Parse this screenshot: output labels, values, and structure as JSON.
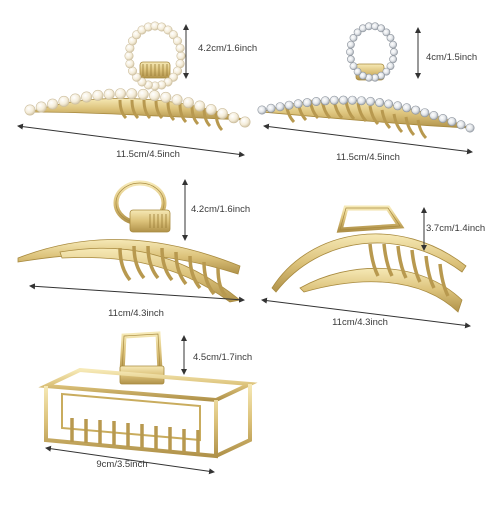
{
  "colors": {
    "gold_light": "#f3e3a6",
    "gold_mid": "#d9bf72",
    "gold_dark": "#a88a3f",
    "pearl": "#fbf6ea",
    "pearl_shadow": "#d8ccb0",
    "rhinestone": "#eef0f2",
    "rhinestone_shadow": "#a7adb5",
    "dimension_line": "#333333"
  },
  "clips": [
    {
      "name": "pearl-loop-claw-clip",
      "width_label": "11.5cm/4.5inch",
      "height_label": "4.2cm/1.6inch"
    },
    {
      "name": "rhinestone-loop-claw-clip",
      "width_label": "11.5cm/4.5inch",
      "height_label": "4cm/1.5inch"
    },
    {
      "name": "gold-loop-claw-clip",
      "width_label": "11cm/4.3inch",
      "height_label": "4.2cm/1.6inch"
    },
    {
      "name": "gold-crescent-claw-clip",
      "width_label": "11cm/4.3inch",
      "height_label": "3.7cm/1.4inch"
    },
    {
      "name": "gold-rectangle-claw-clip",
      "width_label": "9cm/3.5inch",
      "height_label": "4.5cm/1.7inch"
    }
  ]
}
